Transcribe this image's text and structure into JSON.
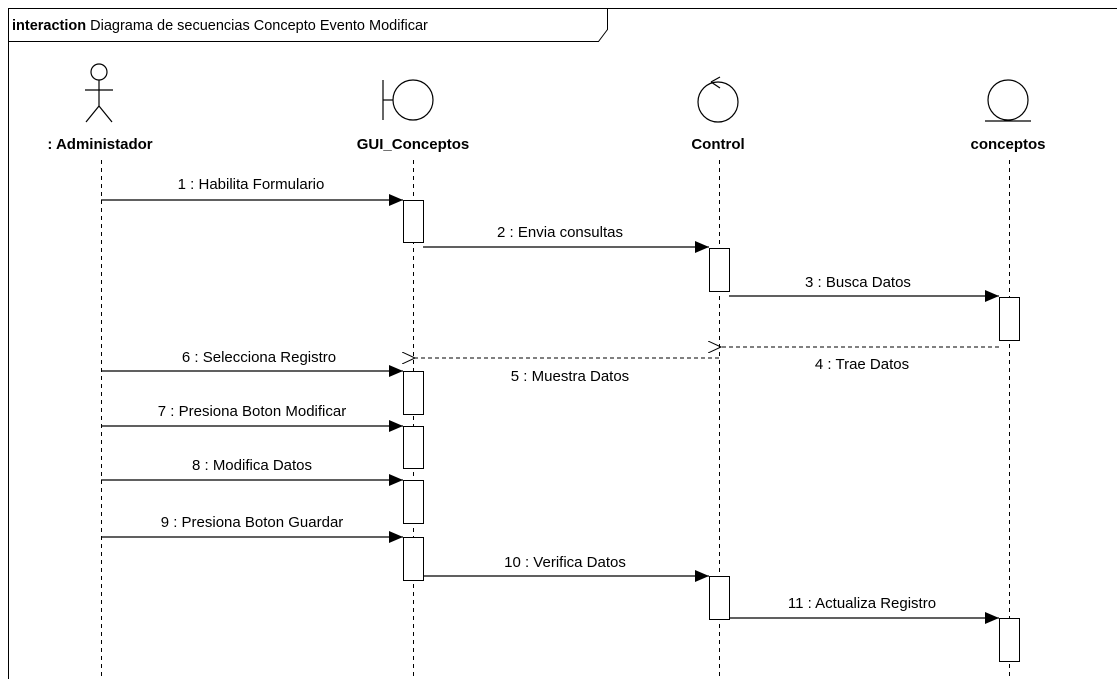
{
  "frame": {
    "keyword": "interaction",
    "title": "Diagrama de secuencias Concepto Evento Modificar"
  },
  "lifelines": [
    {
      "id": "admin",
      "name": ": Administador",
      "kind": "actor"
    },
    {
      "id": "gui",
      "name": "GUI_Conceptos",
      "kind": "boundary"
    },
    {
      "id": "control",
      "name": "Control",
      "kind": "control"
    },
    {
      "id": "conceptos",
      "name": "conceptos",
      "kind": "entity"
    }
  ],
  "messages": [
    {
      "seq": 1,
      "text": "1 : Habilita Formulario",
      "from": "admin",
      "to": "gui",
      "type": "sync"
    },
    {
      "seq": 2,
      "text": "2 : Envia consultas",
      "from": "gui",
      "to": "control",
      "type": "sync"
    },
    {
      "seq": 3,
      "text": "3 : Busca Datos",
      "from": "control",
      "to": "conceptos",
      "type": "sync"
    },
    {
      "seq": 4,
      "text": "4 : Trae Datos",
      "from": "conceptos",
      "to": "control",
      "type": "return"
    },
    {
      "seq": 5,
      "text": "5 : Muestra Datos",
      "from": "control",
      "to": "gui",
      "type": "return"
    },
    {
      "seq": 6,
      "text": "6 : Selecciona Registro",
      "from": "admin",
      "to": "gui",
      "type": "sync"
    },
    {
      "seq": 7,
      "text": "7 : Presiona Boton Modificar",
      "from": "admin",
      "to": "gui",
      "type": "sync"
    },
    {
      "seq": 8,
      "text": "8 : Modifica Datos",
      "from": "admin",
      "to": "gui",
      "type": "sync"
    },
    {
      "seq": 9,
      "text": "9 : Presiona Boton Guardar",
      "from": "admin",
      "to": "gui",
      "type": "sync"
    },
    {
      "seq": 10,
      "text": "10 : Verifica Datos",
      "from": "gui",
      "to": "control",
      "type": "sync"
    },
    {
      "seq": 11,
      "text": "11 : Actualiza Registro",
      "from": "control",
      "to": "conceptos",
      "type": "sync"
    }
  ]
}
